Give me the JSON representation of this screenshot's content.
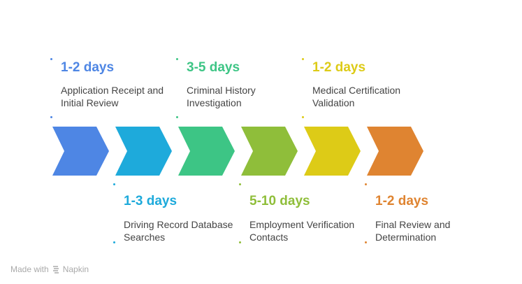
{
  "steps": [
    {
      "duration": "1-2 days",
      "label": "Application Receipt and Initial Review",
      "color": "#4E86E4",
      "position": "top"
    },
    {
      "duration": "1-3 days",
      "label": "Driving Record Database Searches",
      "color": "#1EAADB",
      "position": "bottom"
    },
    {
      "duration": "3-5 days",
      "label": "Criminal History Investigation",
      "color": "#3DC585",
      "position": "top"
    },
    {
      "duration": "5-10 days",
      "label": "Employment Verification Contacts",
      "color": "#8FBE3A",
      "position": "bottom"
    },
    {
      "duration": "1-2 days",
      "label": "Medical Certification Validation",
      "color": "#DDCB17",
      "position": "top"
    },
    {
      "duration": "1-2 days",
      "label": "Final Review and Determination",
      "color": "#DF8431",
      "position": "bottom"
    }
  ],
  "footer": {
    "made_with": "Made with",
    "brand": "Napkin",
    "icon": "napkin-logo-icon"
  }
}
